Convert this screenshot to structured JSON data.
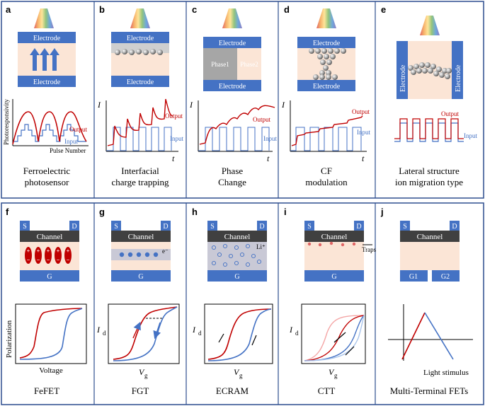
{
  "top_row": {
    "a": {
      "letter": "a",
      "electrode_top": "Electrode",
      "electrode_bottom": "Electrode",
      "y_axis": "Photoresponsivity",
      "x_axis": "Pulse Number",
      "output": "Output",
      "input": "Input",
      "caption_1": "Ferroelectric",
      "caption_2": "photosensor"
    },
    "b": {
      "letter": "b",
      "electrode_top": "Electrode",
      "electrode_bottom": "Electrode",
      "y_axis": "I",
      "x_axis": "t",
      "output": "Output",
      "input": "Input",
      "caption_1": "Interfacial",
      "caption_2": "charge trapping"
    },
    "c": {
      "letter": "c",
      "electrode_top": "Electrode",
      "electrode_bottom": "Electrode",
      "phase1": "Phase1",
      "phase2": "Phase2",
      "y_axis": "I",
      "x_axis": "t",
      "output": "Output",
      "input": "Input",
      "caption_1": "Phase",
      "caption_2": "Change"
    },
    "d": {
      "letter": "d",
      "electrode_top": "Electrode",
      "electrode_bottom": "Electrode",
      "y_axis": "I",
      "x_axis": "t",
      "output": "Output",
      "input": "Input",
      "caption_1": "CF",
      "caption_2": "modulation"
    },
    "e": {
      "letter": "e",
      "electrode_left": "Electrode",
      "electrode_right": "Electrode",
      "output": "Output",
      "input": "Input",
      "caption_1": "Lateral structure",
      "caption_2": "ion migration type"
    }
  },
  "bottom_row": {
    "f": {
      "letter": "f",
      "s": "S",
      "d": "D",
      "channel": "Channel",
      "g": "G",
      "y_axis": "Polarization",
      "x_axis": "Voltage",
      "caption": "FeFET"
    },
    "g": {
      "letter": "g",
      "s": "S",
      "d": "D",
      "channel": "Channel",
      "g": "G",
      "electron": "e⁻",
      "y_axis": "I",
      "y_sub": "d",
      "x_axis": "V",
      "x_sub": "g",
      "caption": "FGT"
    },
    "h": {
      "letter": "h",
      "s": "S",
      "d": "D",
      "channel": "Channel",
      "g": "G",
      "ion": "Li⁺",
      "y_axis": "I",
      "y_sub": "d",
      "x_axis": "V",
      "x_sub": "g",
      "caption": "ECRAM"
    },
    "i": {
      "letter": "i",
      "s": "S",
      "d": "D",
      "channel": "Channel",
      "g": "G",
      "traps": "Traps",
      "y_axis": "I",
      "y_sub": "d",
      "x_axis": "V",
      "x_sub": "g",
      "caption": "CTT"
    },
    "j": {
      "letter": "j",
      "s": "S",
      "d": "D",
      "channel": "Channel",
      "g1": "G1",
      "g2": "G2",
      "x_axis": "Light stimulus",
      "caption": "Multi-Terminal FETs"
    }
  },
  "colors": {
    "electrode": "#4472c4",
    "channel": "#404040",
    "bg_pink": "#fbe5d6",
    "output": "#c00000",
    "input": "#4472c4",
    "frame": "#2f4f8f"
  }
}
